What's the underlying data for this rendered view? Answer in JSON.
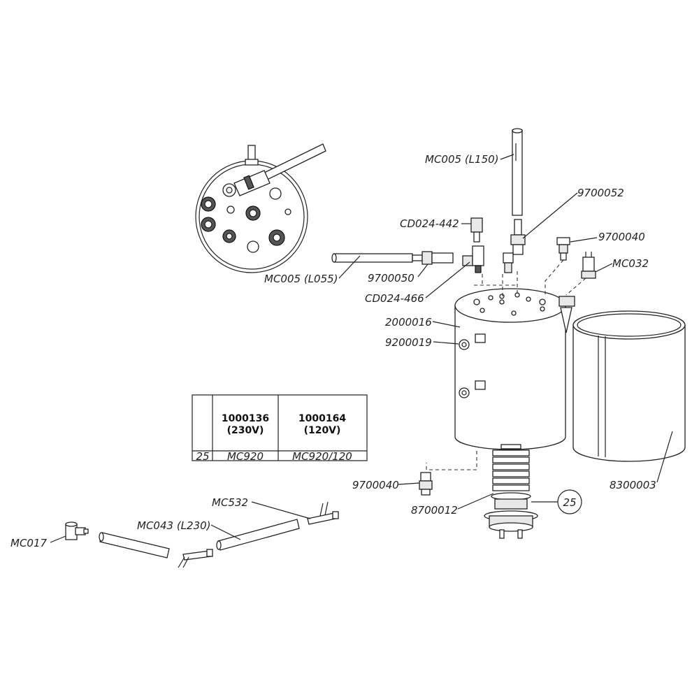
{
  "labels": {
    "mc005_l150": "MC005 (L150)",
    "p9700052": "9700052",
    "cd024_442": "CD024-442",
    "p9700040_top": "9700040",
    "mc032": "MC032",
    "mc005_l055": "MC005 (L055)",
    "p9700050": "9700050",
    "cd024_466": "CD024-466",
    "p2000016": "2000016",
    "p9200019": "9200019",
    "p9700040_bottom": "9700040",
    "p8700012": "8700012",
    "callout_25": "25",
    "p8300003": "8300003",
    "mc532": "MC532",
    "mc043_l230": "MC043 (L230)",
    "mc017": "MC017"
  },
  "table": {
    "headers": [
      {
        "code": "1000136",
        "voltage": "(230V)"
      },
      {
        "code": "1000164",
        "voltage": "(120V)"
      }
    ],
    "rows": [
      {
        "ref": "25",
        "values": [
          "MC920",
          "MC920/120"
        ]
      }
    ]
  }
}
